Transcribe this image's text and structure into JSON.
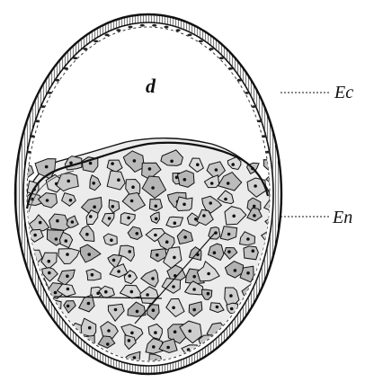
{
  "figure": {
    "labels": {
      "cavity": "d",
      "ectoderm": "Ec",
      "endoderm": "En"
    }
  }
}
